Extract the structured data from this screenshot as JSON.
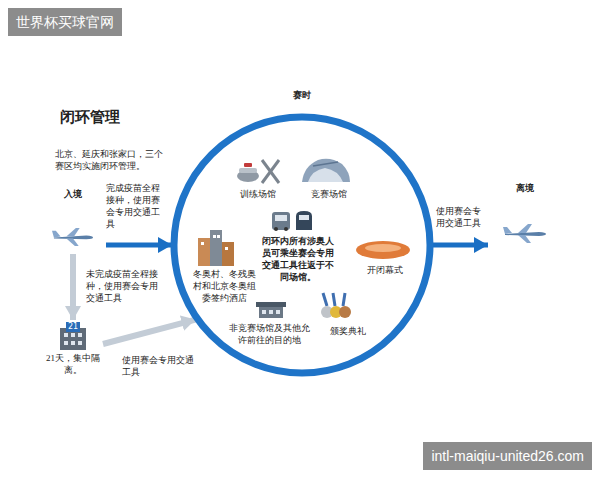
{
  "diagram": {
    "title": "闭环管理",
    "nodes": [
      {
        "text": [
          "入境"
        ]
      },
      {
        "text": [
          "赛时"
        ]
      },
      {
        "text": [
          "训练场馆"
        ],
        "in": 1
      },
      {
        "text": [
          "竞赛场馆"
        ],
        "in": 1
      },
      {
        "text": [
          "冬奥村、冬残奥村和北京冬奥组委签约酒店"
        ],
        "in": 1
      },
      {
        "text": [
          "闭环内所有涉奥人员可乘坐赛会专用交通工具往返于不同场馆。"
        ],
        "in": 1
      },
      {
        "text": [
          "开闭幕式"
        ],
        "in": 1
      },
      {
        "text": [
          "非竞赛场馆及其他允许前往的目的地"
        ],
        "in": 1
      },
      {
        "text": [
          "颁奖典礼"
        ],
        "in": 1
      },
      {
        "text": [
          "21天，集中隔离。"
        ]
      },
      {
        "text": [
          "离境"
        ]
      }
    ],
    "edges": [
      {
        "from": 0,
        "to": 1,
        "arrow": "to",
        "label": "完成疫苗全程接种，使用赛会专用交通工具"
      },
      {
        "from": 0,
        "to": 9,
        "arrow": "to",
        "label": "未完成疫苗全程接种，使用赛会专用交通工具"
      },
      {
        "from": 9,
        "to": 1,
        "arrow": "to",
        "label": "使用赛会专用交通工具"
      },
      {
        "from": 1,
        "to": 10,
        "arrow": "to",
        "label": "使用赛会专用交通工具"
      }
    ],
    "labels": [
      "北京、延庆和张家口，三个赛区均实施闭环管理。",
      "21",
      "世界杯买球官网",
      "intl-maiqiu-united26.com"
    ]
  }
}
